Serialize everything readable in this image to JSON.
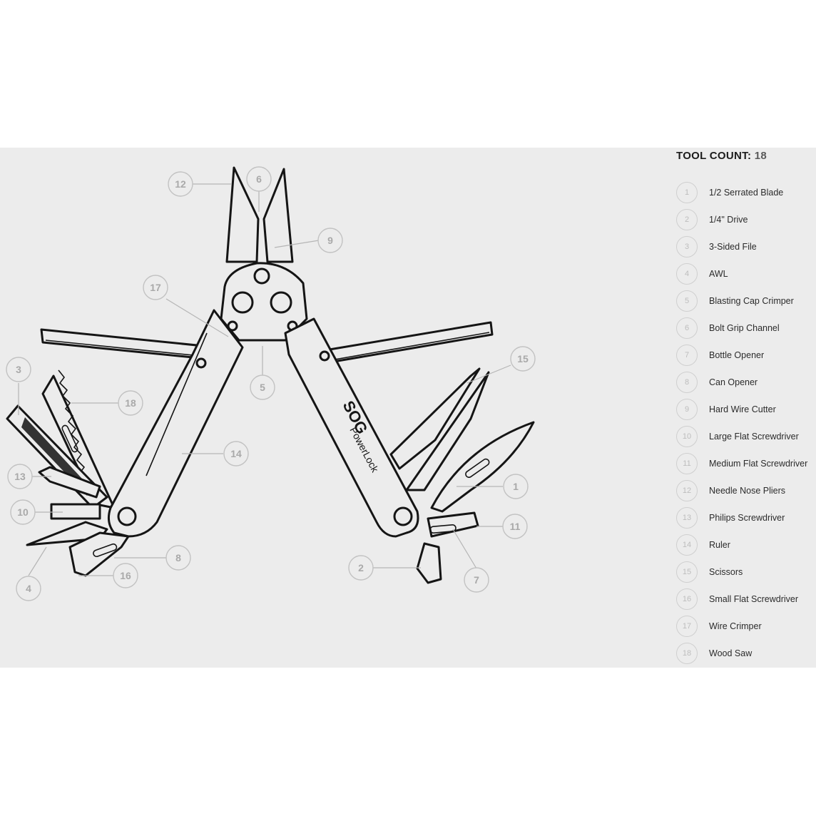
{
  "tool_count": {
    "label": "TOOL COUNT:",
    "value": "18"
  },
  "brand": {
    "logo": "SOG",
    "model": "PowerLock"
  },
  "tools": [
    {
      "number": "1",
      "name": "1/2 Serrated Blade"
    },
    {
      "number": "2",
      "name": "1/4\" Drive"
    },
    {
      "number": "3",
      "name": "3-Sided File"
    },
    {
      "number": "4",
      "name": "AWL"
    },
    {
      "number": "5",
      "name": "Blasting Cap Crimper"
    },
    {
      "number": "6",
      "name": "Bolt Grip Channel"
    },
    {
      "number": "7",
      "name": "Bottle Opener"
    },
    {
      "number": "8",
      "name": "Can Opener"
    },
    {
      "number": "9",
      "name": "Hard Wire Cutter"
    },
    {
      "number": "10",
      "name": "Large Flat Screwdriver"
    },
    {
      "number": "11",
      "name": "Medium Flat Screwdriver"
    },
    {
      "number": "12",
      "name": "Needle Nose Pliers"
    },
    {
      "number": "13",
      "name": "Philips Screwdriver"
    },
    {
      "number": "14",
      "name": "Ruler"
    },
    {
      "number": "15",
      "name": "Scissors"
    },
    {
      "number": "16",
      "name": "Small Flat Screwdriver"
    },
    {
      "number": "17",
      "name": "Wire Crimper"
    },
    {
      "number": "18",
      "name": "Wood Saw"
    }
  ]
}
